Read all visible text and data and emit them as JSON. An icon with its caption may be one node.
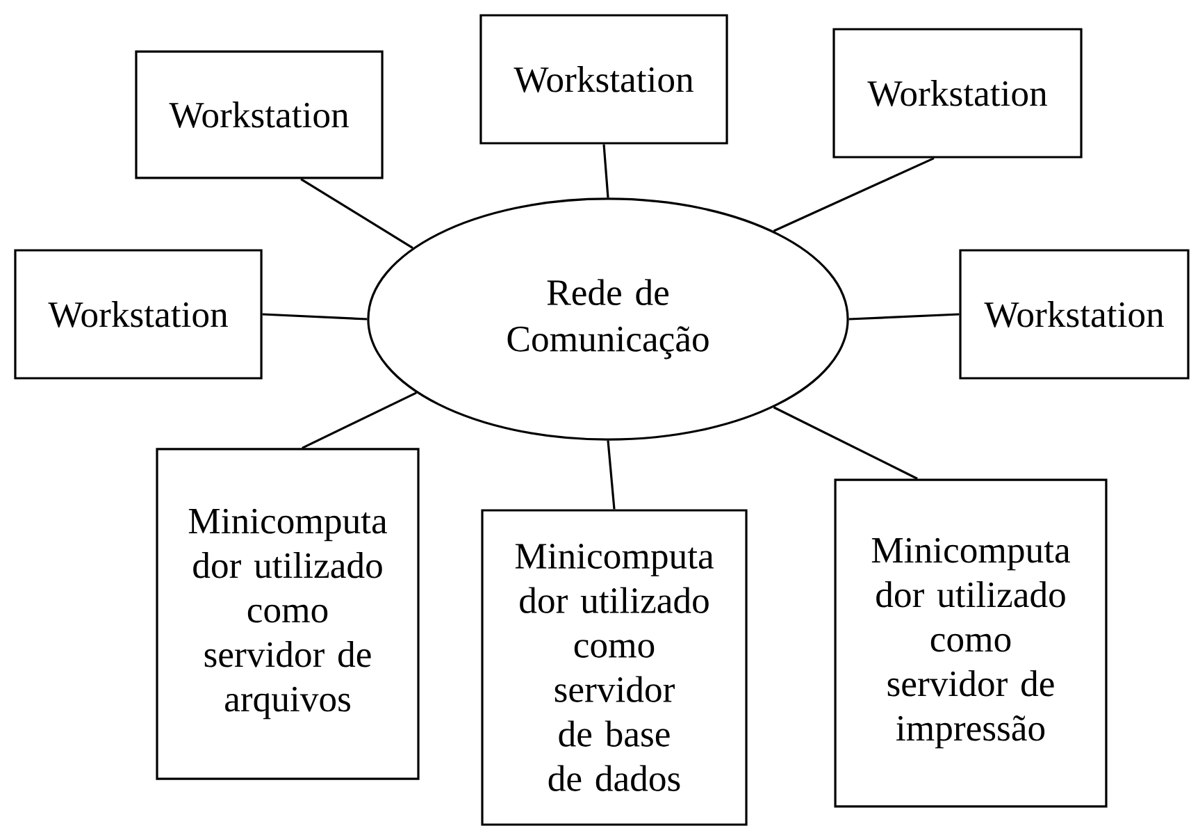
{
  "diagram": {
    "nodes": [
      {
        "text": [
          "Rede de Comunicação"
        ]
      },
      {
        "text": [
          "Workstation"
        ]
      },
      {
        "text": [
          "Workstation"
        ]
      },
      {
        "text": [
          "Workstation"
        ]
      },
      {
        "text": [
          "Workstation"
        ]
      },
      {
        "text": [
          "Workstation"
        ]
      },
      {
        "text": [
          "Minicomputa dor utilizado como servidor de arquivos"
        ]
      },
      {
        "text": [
          "Minicomputa dor utilizado como servidor de base de dados"
        ]
      },
      {
        "text": [
          "Minicomputa dor utilizado como servidor de impressão"
        ]
      }
    ],
    "edges": [
      {
        "from": 0,
        "to": 1,
        "arrow": "none"
      },
      {
        "from": 0,
        "to": 2,
        "arrow": "none"
      },
      {
        "from": 0,
        "to": 3,
        "arrow": "none"
      },
      {
        "from": 0,
        "to": 4,
        "arrow": "none"
      },
      {
        "from": 0,
        "to": 5,
        "arrow": "none"
      },
      {
        "from": 0,
        "to": 6,
        "arrow": "none"
      },
      {
        "from": 0,
        "to": 7,
        "arrow": "none"
      },
      {
        "from": 0,
        "to": 8,
        "arrow": "none"
      }
    ]
  }
}
